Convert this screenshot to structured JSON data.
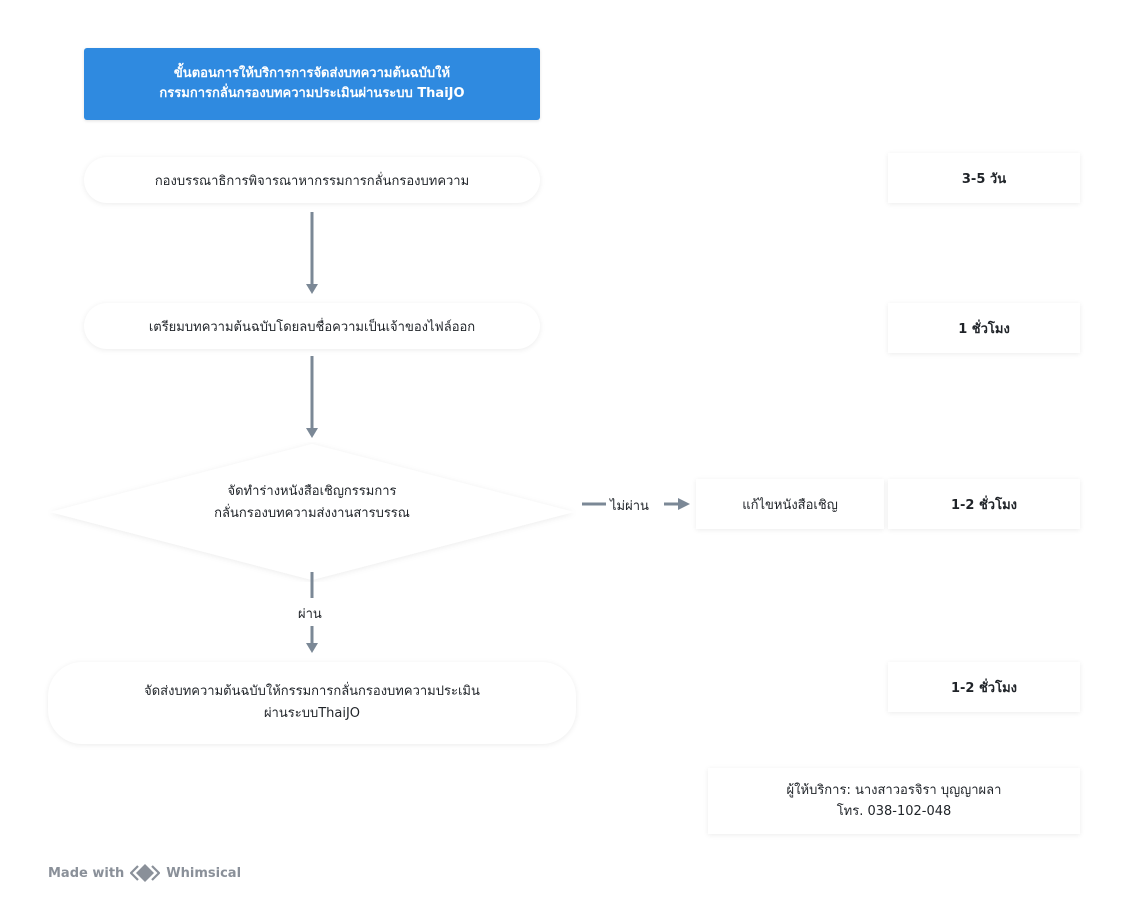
{
  "header": {
    "title_line1": "ขั้นตอนการให้บริการการจัดส่งบทความต้นฉบับให้",
    "title_line2": "กรรมการกลั่นกรองบทความประเมินผ่านระบบ ThaiJO"
  },
  "steps": {
    "step1": "กองบรรณาธิการพิจารณาหากรรมการกลั่นกรองบทความ",
    "step2": "เตรียมบทความต้นฉบับโดยลบชื่อความเป็นเจ้าของไฟล์ออก",
    "decision_line1": "จัดทำร่างหนังสือเชิญกรรมการ",
    "decision_line2": "กลั่นกรองบทความส่งงานสารบรรณ",
    "step4_line1": "จัดส่งบทความต้นฉบับให้กรรมการกลั่นกรองบทความประเมิน",
    "step4_line2": "ผ่านระบบThaiJO",
    "fix": "แก้ไขหนังสือเชิญ"
  },
  "labels": {
    "fail": "ไม่ผ่าน",
    "pass": "ผ่าน"
  },
  "durations": {
    "d1": "3-5 วัน",
    "d2": "1 ชั่วโมง",
    "d3": "1-2 ชั่วโมง",
    "d4": "1-2 ชั่วโมง"
  },
  "provider": {
    "line1": "ผู้ให้บริการ: นางสาวอรจิรา บุญญาผลา",
    "line2": "โทร. 038-102-048"
  },
  "footer": {
    "made_with": "Made with",
    "brand": "Whimsical"
  },
  "colors": {
    "title_bg": "#2f8ae0",
    "arrow": "#7b8896"
  }
}
